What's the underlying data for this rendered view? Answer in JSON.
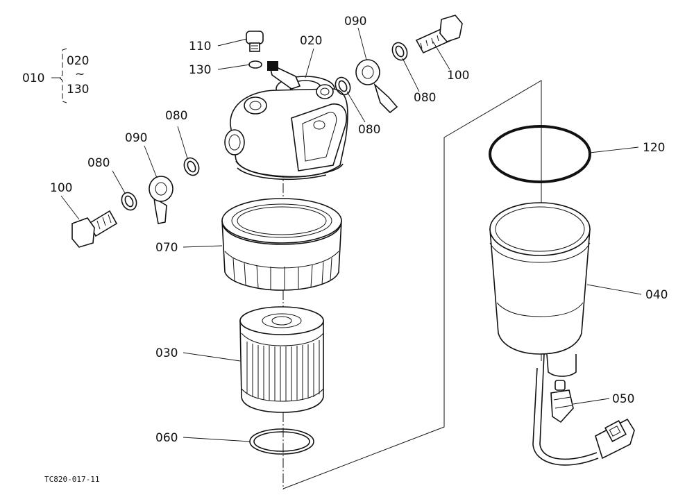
{
  "figure_code": "TC820-017-11",
  "group": {
    "label": "010",
    "range_start": "020",
    "range_sep": "~",
    "range_end": "130"
  },
  "callouts": [
    {
      "id": "110",
      "label": "110"
    },
    {
      "id": "130",
      "label": "130"
    },
    {
      "id": "020",
      "label": "020"
    },
    {
      "id": "090-top",
      "label": "090"
    },
    {
      "id": "100-top",
      "label": "100"
    },
    {
      "id": "080-top-right",
      "label": "080"
    },
    {
      "id": "080-top-mid",
      "label": "080"
    },
    {
      "id": "080-left-upper",
      "label": "080"
    },
    {
      "id": "090-left",
      "label": "090"
    },
    {
      "id": "080-left-lower",
      "label": "080"
    },
    {
      "id": "100-left",
      "label": "100"
    },
    {
      "id": "070",
      "label": "070"
    },
    {
      "id": "030",
      "label": "030"
    },
    {
      "id": "060",
      "label": "060"
    },
    {
      "id": "120",
      "label": "120"
    },
    {
      "id": "040",
      "label": "040"
    },
    {
      "id": "050",
      "label": "050"
    }
  ]
}
